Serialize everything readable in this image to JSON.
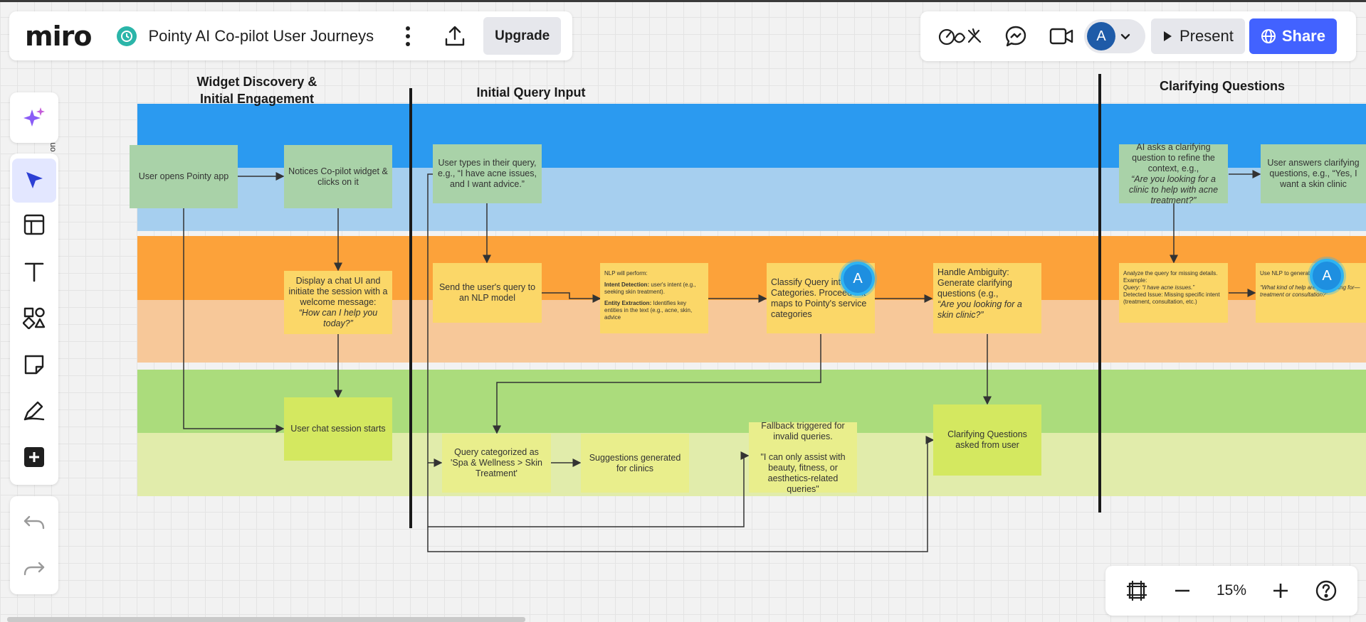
{
  "app": {
    "logo": "miro",
    "board_title": "Pointy AI Co-pilot User Journeys",
    "upgrade_label": "Upgrade",
    "present_label": "Present",
    "share_label": "Share",
    "avatar_initial": "A",
    "zoom_level": "15%"
  },
  "colors": {
    "accent": "#4262ff",
    "board_icon": "#2bb5a9",
    "avatar": "#1e5ba8",
    "lane_blue": "#2b9af0",
    "lane_blue_light": "#a6cfef",
    "lane_orange": "#fca23a",
    "lane_orange_light": "#f7c899",
    "lane_green": "#abdc7c",
    "lane_lime_light": "#e1ecab"
  },
  "toolbar_left": {
    "icons": [
      "ai-sparkle-icon",
      "select-cursor-icon",
      "templates-icon",
      "text-icon",
      "shapes-icon",
      "sticky-note-icon",
      "pen-icon",
      "more-tools-icon",
      "undo-icon",
      "redo-icon"
    ]
  },
  "toolbar_right": {
    "icons": [
      "reactions-icon",
      "chat-icon",
      "video-icon",
      "chevron-down-icon"
    ]
  },
  "canvas": {
    "side_fragment": "on",
    "columns": [
      {
        "line1": "Widget Discovery &",
        "line2": "Initial Engagement"
      },
      {
        "line1": "Initial Query Input",
        "line2": ""
      },
      {
        "line1": "Clarifying Questions",
        "line2": ""
      }
    ],
    "notes": {
      "open_app": "User opens Pointy app",
      "notice_widget": "Notices Co-pilot widget & clicks on it",
      "types_query": "User types in their query, e.g., “I have acne issues, and I want advice.”",
      "ai_asks": "AI asks a clarifying question to refine the context, e.g.,",
      "ai_asks_quote": "“Are you looking for a clinic to help with acne treatment?”",
      "user_answers": "User answers clarifying questions, e.g., “Yes, I want a skin clinic",
      "chat_ui": "Display a chat UI and initiate the session with a welcome message:",
      "chat_ui_quote": "“How can I help you today?”",
      "send_nlp": "Send the user's query to an NLP model",
      "nlp_title": "NLP will perform:",
      "nlp_intent_label": "Intent Detection:",
      "nlp_intent": "user's intent (e.g., seeking skin treatment).",
      "nlp_entity_label": "Entity Extraction:",
      "nlp_entity": "Identifies key entities in the text (e.g., acne, skin, advice",
      "classify": "Classify Query into S... Categories. Proceed if it maps to Pointy's service categories",
      "handle_ambiguity": "Handle Ambiguity: Generate clarifying questions (e.g.,",
      "handle_ambiguity_quote": "“Are you looking for a skin clinic?”",
      "analyze_title": "Analyze the query for missing details. Example:",
      "analyze_query": "Query: “I have acne issues.”",
      "analyze_issue": "Detected Issue: Missing specific intent (treatment, consultation, etc.)",
      "use_nlp": "Use NLP to generate...",
      "use_nlp_quote": "“What kind of help are you looking for— treatment or consultation?”",
      "session_starts": "User chat session starts",
      "categorized": "Query categorized as 'Spa & Wellness > Skin Treatment'",
      "suggestions": "Suggestions generated for clinics",
      "fallback": "Fallback triggered for invalid queries.",
      "fallback_quote": "\"I can only assist with beauty, fitness, or aesthetics-related queries\"",
      "clarify_asked": "Clarifying Questions asked from user"
    }
  }
}
